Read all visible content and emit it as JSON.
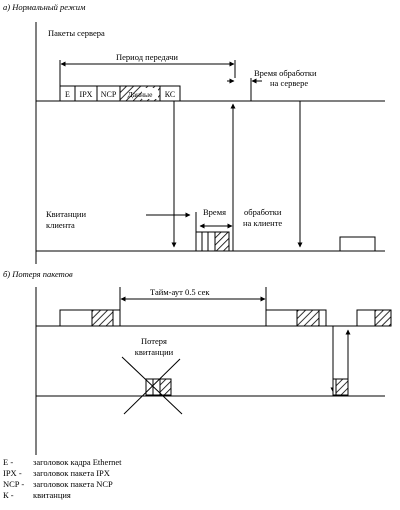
{
  "section_a": {
    "title": "а) Нормальный режим",
    "server_packets_label": "Пакеты сервера",
    "transmission_period_label": "Период передачи",
    "server_processing_time_label": [
      "Время  обработки",
      "на сервере"
    ],
    "packet_segments": [
      "E",
      "IPX",
      "NCP",
      "Данные",
      "КС"
    ],
    "client_ack_label": [
      "Квитанции",
      "клиента"
    ],
    "client_processing_time_label": [
      "Время",
      "обработки",
      "на клиенте"
    ]
  },
  "section_b": {
    "title": "б) Потеря пакетов",
    "timeout_label": "Тайм-аут 0.5 сек",
    "lost_ack_label": [
      "Потеря",
      "квитанции"
    ]
  },
  "legend": [
    {
      "key": "E -",
      "value": "заголовок кадра Ethernet"
    },
    {
      "key": "IPX -",
      "value": "заголовок пакета IPX"
    },
    {
      "key": "NCP -",
      "value": "заголовок пакета NCP"
    },
    {
      "key": "К -",
      "value": "квитанция"
    }
  ]
}
